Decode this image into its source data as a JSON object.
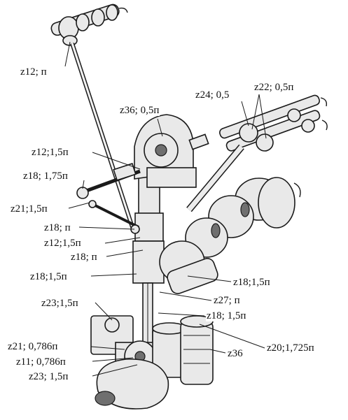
{
  "labels": [
    {
      "id": "z12-pi-top",
      "text": "z12; п"
    },
    {
      "id": "z36-05pi",
      "text": "z36; 0,5п"
    },
    {
      "id": "z24-05",
      "text": "z24; 0,5"
    },
    {
      "id": "z22-05pi",
      "text": "z22; 0,5п"
    },
    {
      "id": "z12-15pi-a",
      "text": "z12;1,5п"
    },
    {
      "id": "z18-175pi",
      "text": "z18; 1,75п"
    },
    {
      "id": "z21-15pi",
      "text": "z21;1,5п"
    },
    {
      "id": "z18-pi-a",
      "text": "z18; п"
    },
    {
      "id": "z12-15pi-b",
      "text": "z12;1,5п"
    },
    {
      "id": "z18-pi-b",
      "text": "z18; п"
    },
    {
      "id": "z18-15pi-left",
      "text": "z18;1,5п"
    },
    {
      "id": "z18-15pi-right",
      "text": "z18;1,5п"
    },
    {
      "id": "z27-pi",
      "text": "z27; п"
    },
    {
      "id": "z23-15pi-top",
      "text": "z23;1,5п"
    },
    {
      "id": "z18-15pi-low",
      "text": "z18; 1,5п"
    },
    {
      "id": "z20-1725pi",
      "text": "z20;1,725п"
    },
    {
      "id": "z21-0786pi",
      "text": "z21; 0,786п"
    },
    {
      "id": "z36-pump",
      "text": "z36"
    },
    {
      "id": "z11-0786pi",
      "text": "z11; 0,786п"
    },
    {
      "id": "z23-15pi-low",
      "text": "z23; 1,5п"
    }
  ]
}
